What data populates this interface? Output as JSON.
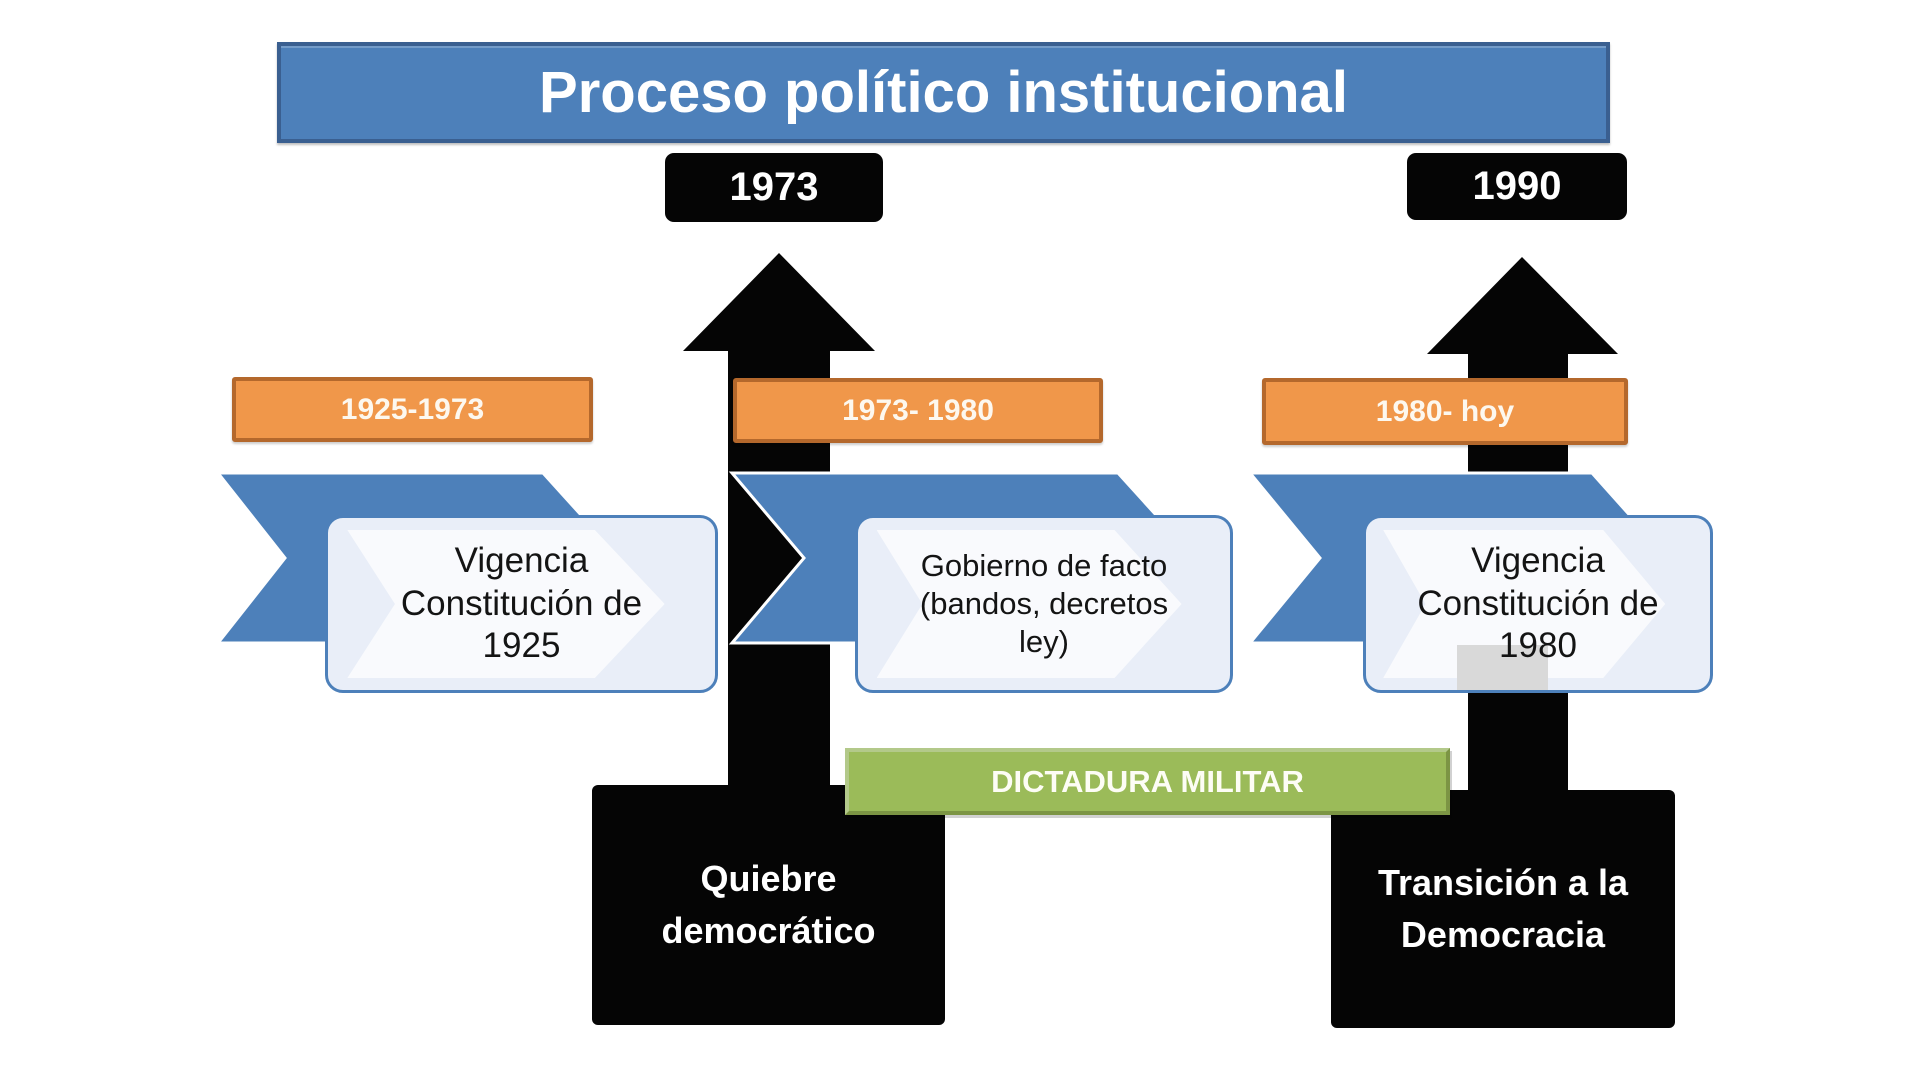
{
  "theme": {
    "blue": "#4d80ba",
    "blue_dark": "#3a5f90",
    "orange": "#f0974a",
    "orange_dark": "#b4682c",
    "green": "#9bbb59",
    "green_dark": "#7c9544",
    "green_light": "#b3c98a",
    "stage_fill": "#e9eef8",
    "stage_border": "#4d80ba",
    "black": "#050505",
    "gray": "#d9d9d9"
  },
  "slide": {
    "title": "Proceso político institucional"
  },
  "year_markers": [
    {
      "year": "1973"
    },
    {
      "year": "1990"
    }
  ],
  "periods": [
    {
      "label": "1925-1973"
    },
    {
      "label": "1973- 1980"
    },
    {
      "label": "1980- hoy"
    }
  ],
  "stages": [
    {
      "text": "Vigencia Constitución de 1925",
      "lines": [
        "Vigencia",
        "Constitución de",
        "1925"
      ]
    },
    {
      "text": "Gobierno de facto (bandos, decretos ley)",
      "lines": [
        "Gobierno de facto",
        "(bandos, decretos",
        "ley)"
      ]
    },
    {
      "text": "Vigencia Constitución de 1980",
      "lines": [
        "Vigencia",
        "Constitución de",
        "1980"
      ]
    }
  ],
  "events": [
    {
      "text": "Quiebre democrático",
      "lines": [
        "Quiebre",
        "democrático"
      ]
    },
    {
      "text": "Transición a la Democracia",
      "lines": [
        "Transición a la",
        "Democracia"
      ]
    }
  ],
  "banner": {
    "label": "DICTADURA MILITAR"
  }
}
